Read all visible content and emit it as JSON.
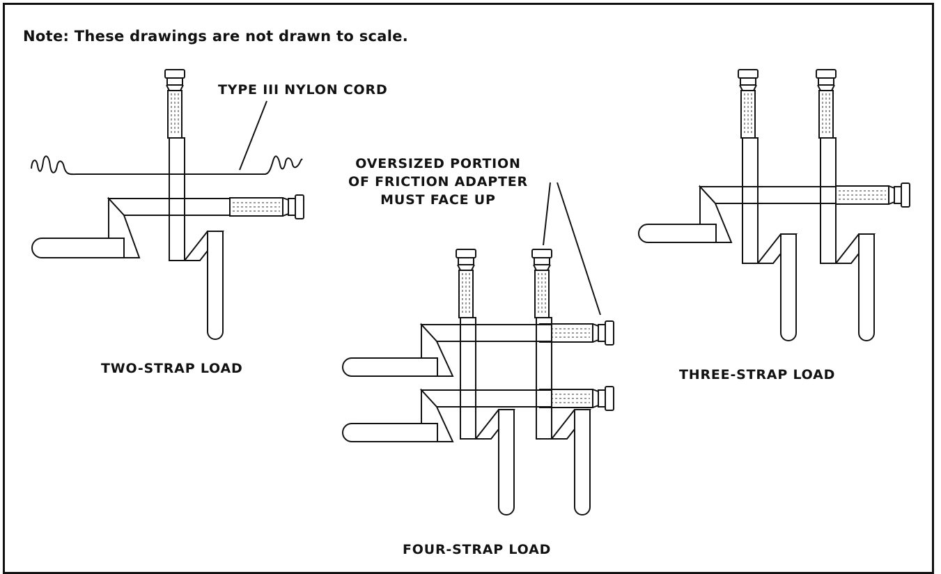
{
  "note": "Note: These drawings are not drawn to scale.",
  "labels": {
    "cord": "TYPE III NYLON CORD",
    "oversized": [
      "OVERSIZED PORTION",
      "OF FRICTION ADAPTER",
      "MUST FACE UP"
    ],
    "two_strap": "TWO-STRAP LOAD",
    "three_strap": "THREE-STRAP LOAD",
    "four_strap": "FOUR-STRAP LOAD"
  }
}
